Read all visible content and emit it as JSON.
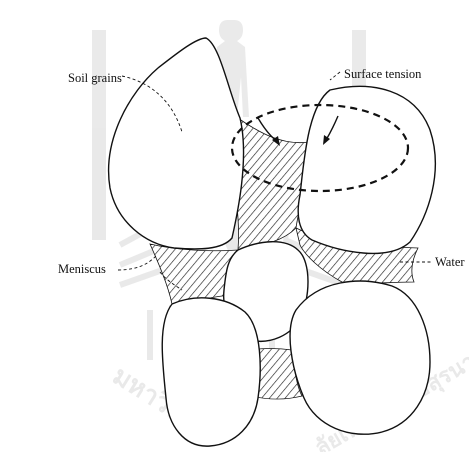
{
  "figure": {
    "labels": {
      "soil_grains": "Soil grains",
      "surface_tension": "Surface tension",
      "meniscus": "Meniscus",
      "water": "Water"
    },
    "watermark": {
      "description": "university seal watermark",
      "text_left": "มหาวิท",
      "text_right": "ลัยเทคโนโลยีสุรนารี"
    },
    "colors": {
      "line": "#111111",
      "background": "#ffffff",
      "watermark": "#c8c8c8"
    }
  }
}
